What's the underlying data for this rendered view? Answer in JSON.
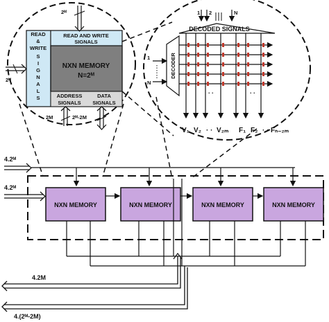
{
  "memory_detail": {
    "rw_signals": [
      "READ",
      "&",
      "WRITE",
      "S",
      "I",
      "G",
      "N",
      "A",
      "L",
      "S"
    ],
    "read_write_signals_line1": "READ AND WRITE",
    "read_write_signals_line2": "SIGNALS",
    "memory_title": "NXN MEMORY",
    "memory_size": "N=2ᴹ",
    "address_signals_line1": "ADDRESS",
    "address_signals_line2": "SIGNALS",
    "data_signals_line1": "DATA",
    "data_signals_line2": "SIGNALS",
    "left_bus_label": "2ᴹ",
    "top_bus_label": "2ᴹ",
    "bottom_bus_left": "2M",
    "bottom_bus_right": "2ᴹ-2M"
  },
  "decoder_detail": {
    "top_labels": [
      "1",
      "2",
      "N"
    ],
    "decoded_signals": "DECODED SIGNALS",
    "decoder_label": "DECODER",
    "input_top": "1",
    "input_bottom": "N",
    "v_labels": [
      "V₁",
      "V₂",
      "·  ·",
      "V₂ₘ"
    ],
    "f_labels": [
      "F₁",
      "F₂",
      "·  ·",
      "Fₙ₋₂ₘ"
    ]
  },
  "array": {
    "input_top": "4.2ᴹ",
    "input_mid": "4.2ᴹ",
    "blocks": [
      "NXN MEMORY",
      "NXN MEMORY",
      "NXN MEMORY",
      "NXN MEMORY"
    ],
    "output_top": "4.2M",
    "output_bottom": "4.(2ᴹ-2M)"
  },
  "colors": {
    "memory_fill": "#7f7f7f",
    "rw_fill": "#cfe8f5",
    "block_fill": "#c9a6df",
    "line": "#111111"
  }
}
